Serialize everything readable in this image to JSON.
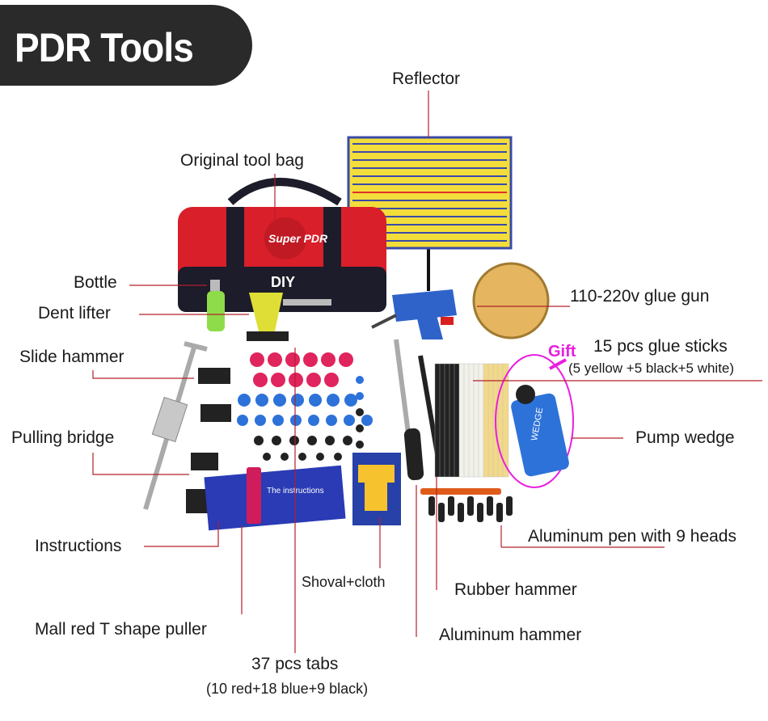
{
  "banner": {
    "title": "PDR Tools"
  },
  "labels": {
    "reflector": "Reflector",
    "tool_bag": "Original tool bag",
    "bottle": "Bottle",
    "dent_lifter": "Dent lifter",
    "slide_hammer": "Slide hammer",
    "pulling_bridge": "Pulling bridge",
    "instructions": "Instructions",
    "mall_puller": "Mall red T shape puller",
    "tabs": "37 pcs tabs",
    "tabs_detail": "(10 red+18 blue+9 black)",
    "shovel": "Shoval+cloth",
    "aluminum_hammer": "Aluminum hammer",
    "rubber_hammer": "Rubber hammer",
    "aluminum_pen": "Aluminum pen with 9 heads",
    "pump_wedge": "Pump wedge",
    "glue_gun": "110-220v glue gun",
    "glue_sticks": "15 pcs glue sticks",
    "glue_sticks_detail": "(5 yellow +5 black+5 white)",
    "gift": "Gift",
    "bag_brand": "Super PDR",
    "diy": "DIY",
    "wedge_text": "WEDGE",
    "instructions_text": "The instructions"
  },
  "colors": {
    "leader_line": "#b3202a",
    "banner_bg": "#2a2a2a",
    "gift": "#e91ee0",
    "bag_red": "#d81f2a",
    "tab_red": "#e0245e",
    "tab_blue": "#2d72d9"
  }
}
